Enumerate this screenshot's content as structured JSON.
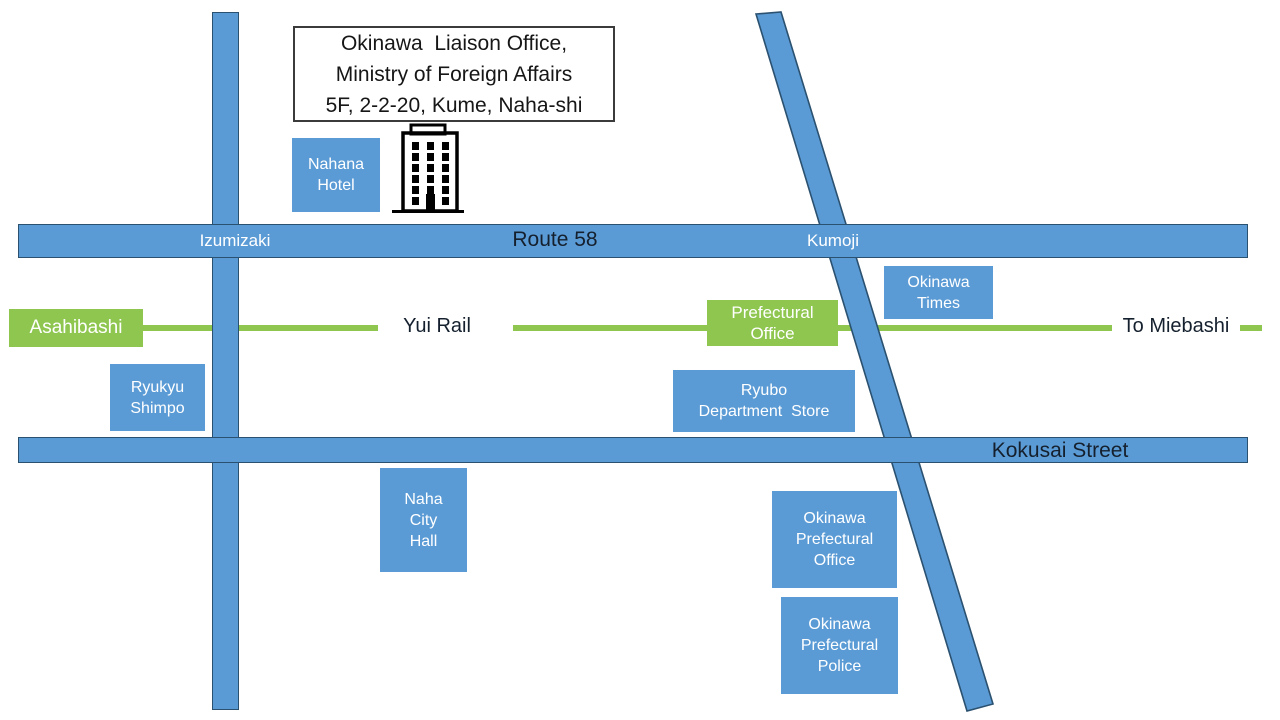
{
  "palette": {
    "road_fill": "#5B9BD5",
    "road_border": "#2B5170",
    "rail_green": "#8EC64F",
    "station_green": "#8EC64F",
    "landmark_blue": "#5B9BD5",
    "label_white": "#FFFFFF",
    "label_dark": "#15202E",
    "title_border": "#3B3B3B",
    "building_icon_black": "#000000"
  },
  "title_box": {
    "lines": [
      "Okinawa  Liaison Office,",
      "Ministry of Foreign Affairs",
      "5F, 2-2-20, Kume, Naha-shi"
    ]
  },
  "icons": {
    "building": "office-building-icon"
  },
  "roads": {
    "route58": {
      "name": "Route 58",
      "left_intersection": "Izumizaki",
      "right_intersection": "Kumoji"
    },
    "kokusai": {
      "name": "Kokusai Street"
    }
  },
  "rail": {
    "name": "Yui Rail",
    "direction": "To Miebashi",
    "stations": {
      "asahibashi": {
        "lines": [
          "Asahibashi"
        ]
      },
      "prefectural_office": {
        "lines": [
          "Prefectural",
          "Office"
        ]
      }
    }
  },
  "landmarks": {
    "nahana_hotel": {
      "lines": [
        "Nahana",
        "Hotel"
      ]
    },
    "okinawa_times": {
      "lines": [
        "Okinawa",
        "Times"
      ]
    },
    "ryukyu_shimpo": {
      "lines": [
        "Ryukyu",
        "Shimpo"
      ]
    },
    "ryubo_department_store": {
      "lines": [
        "Ryubo",
        "Department  Store"
      ]
    },
    "naha_city_hall": {
      "lines": [
        "Naha",
        "City",
        "Hall"
      ]
    },
    "okinawa_prefectural_office": {
      "lines": [
        "Okinawa",
        "Prefectural",
        "Office"
      ]
    },
    "okinawa_prefectural_police": {
      "lines": [
        "Okinawa",
        "Prefectural",
        "Police"
      ]
    }
  }
}
